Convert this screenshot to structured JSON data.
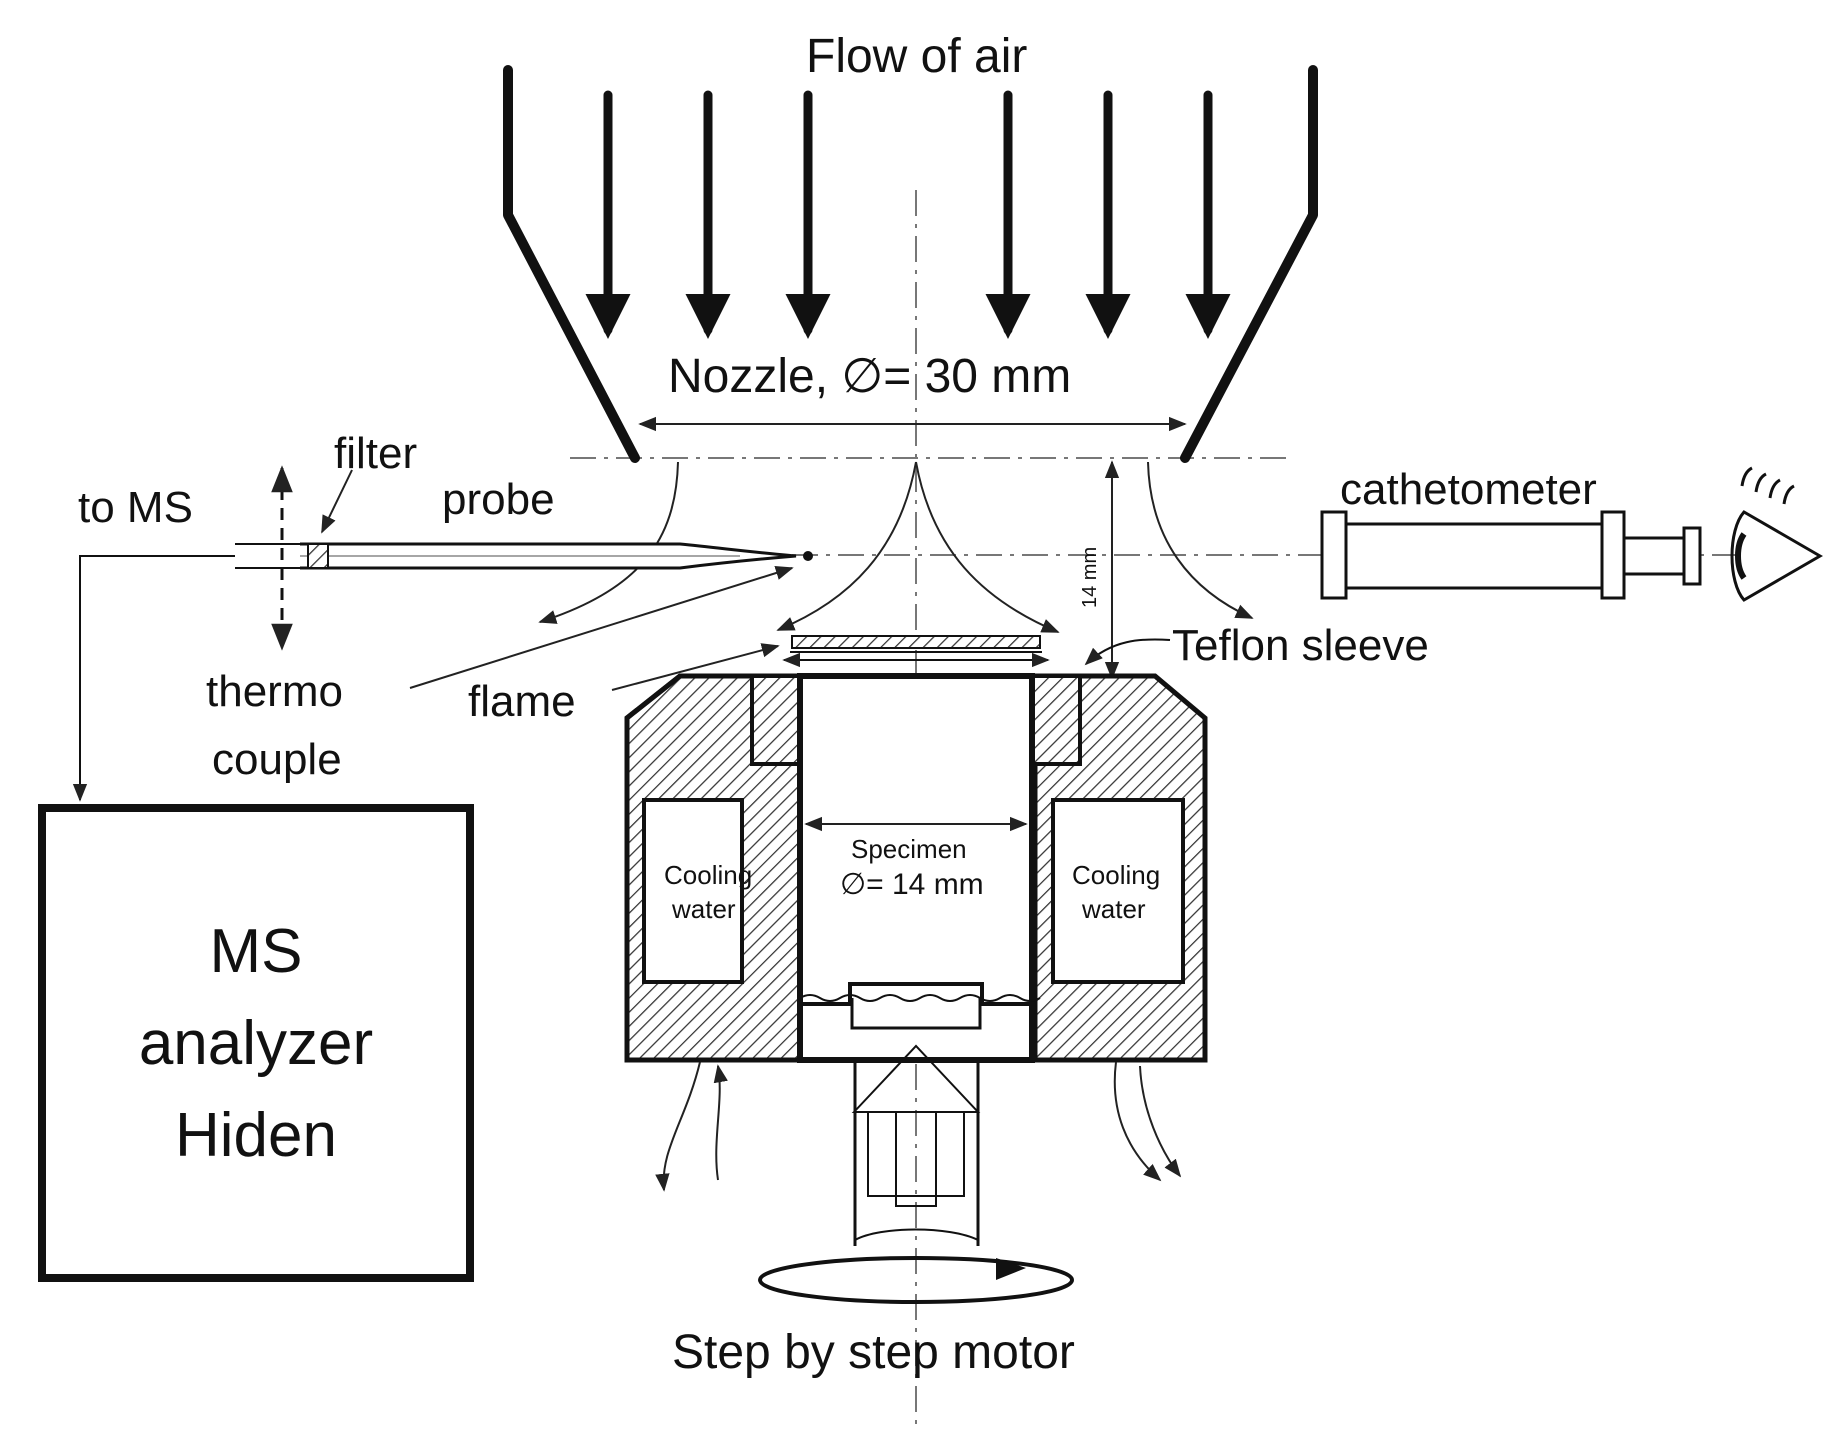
{
  "labels": {
    "flow_of_air": "Flow of air",
    "nozzle": "Nozzle, ∅= 30 mm",
    "filter": "filter",
    "to_ms": "to MS",
    "probe": "probe",
    "cathetometer": "cathetometer",
    "distance": "14 mm",
    "teflon_sleeve": "Teflon sleeve",
    "thermo": "thermo",
    "couple": "couple",
    "flame": "flame",
    "specimen": "Specimen",
    "specimen_diameter": "∅= 14 mm",
    "cooling_left_1": "Cooling",
    "cooling_left_2": "water",
    "cooling_right_1": "Cooling",
    "cooling_right_2": "water",
    "ms_line1": "MS",
    "ms_line2": "analyzer",
    "ms_line3": "Hiden",
    "motor": "Step by step motor"
  }
}
